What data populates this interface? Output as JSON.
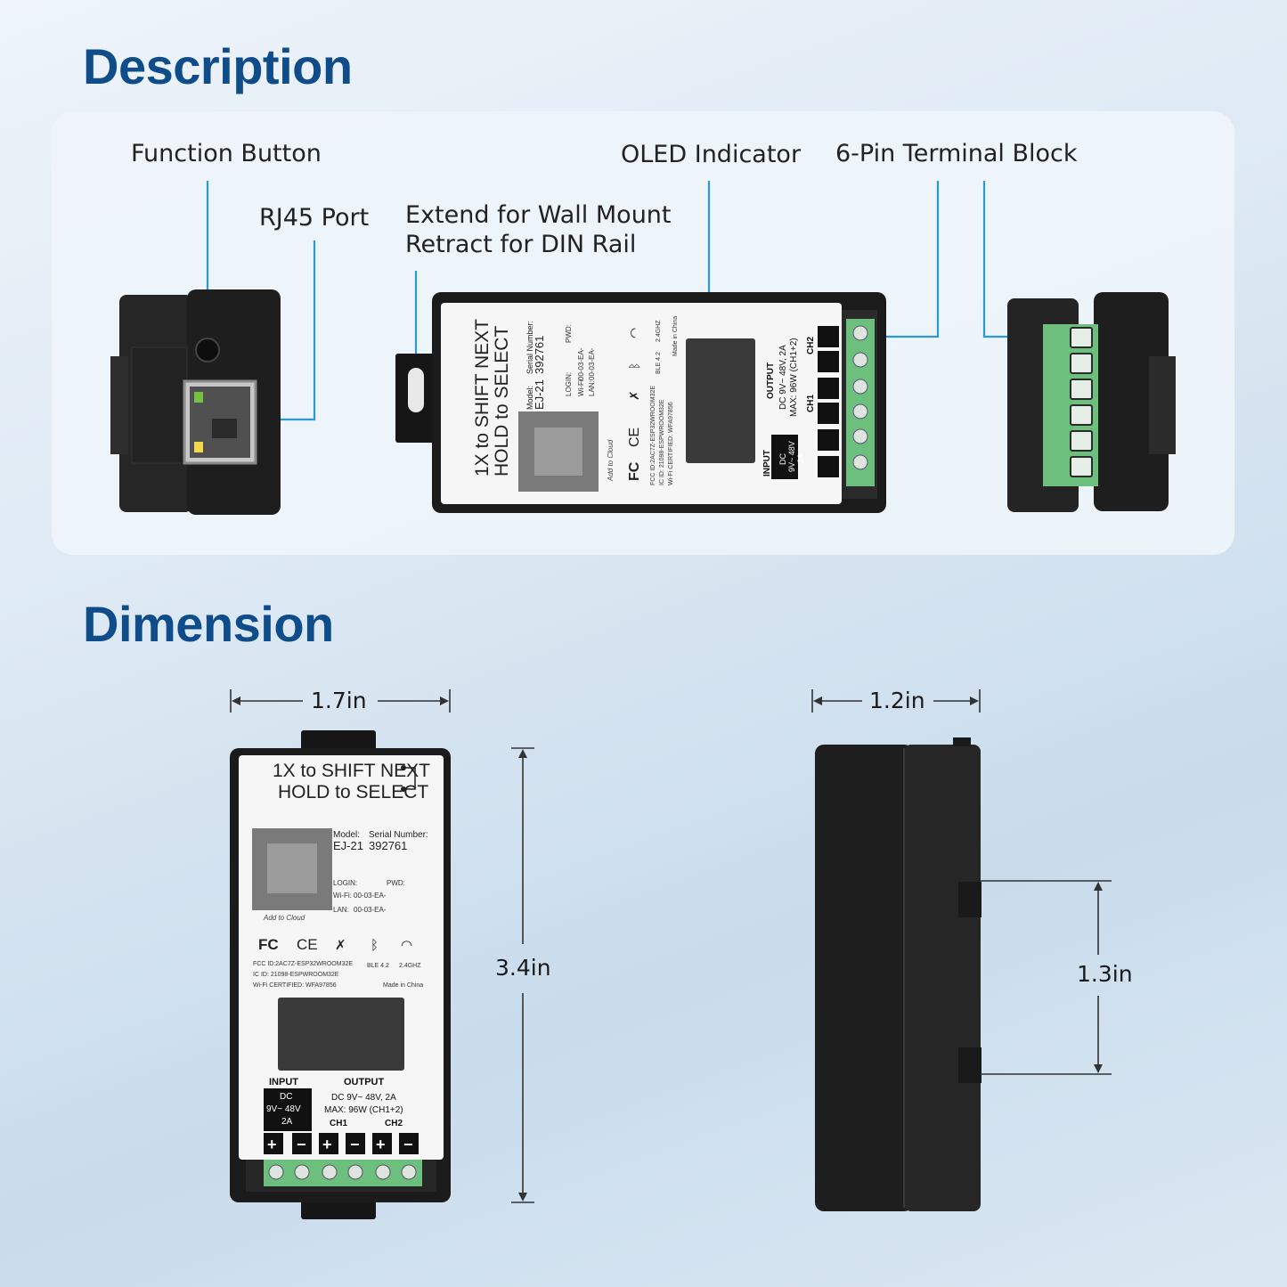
{
  "description": {
    "title": "Description",
    "callouts": {
      "function_button": "Function Button",
      "rj45_port": "RJ45 Port",
      "wall_mount_line1": "Extend for Wall Mount",
      "wall_mount_line2": "Retract for DIN Rail",
      "oled_indicator": "OLED Indicator",
      "terminal_block": "6-Pin Terminal Block"
    }
  },
  "dimension": {
    "title": "Dimension",
    "width": "1.7in",
    "height": "3.4in",
    "depth": "1.2in",
    "rail_gap": "1.3in"
  },
  "device_label": {
    "shift_line": "1X to SHIFT NEXT",
    "hold_line": "HOLD to SELECT",
    "model_label": "Model:",
    "model_value": "EJ-21",
    "serial_label": "Serial Number:",
    "serial_value": "392761",
    "login_label": "LOGIN:",
    "pwd_label": "PWD:",
    "wifi_label": "Wi-Fi:",
    "wifi_value": "00-03-EA-",
    "lan_label": "LAN:",
    "lan_value": "00-03-EA-",
    "add_to_cloud": "Add to Cloud",
    "fcc_mark": "FC",
    "ce_mark": "CE",
    "ble": "BLE 4.2",
    "ghz": "2.4GHZ",
    "fcc_id": "FCC ID:2AC7Z-ESP32WROOM32E",
    "ic_id": "IC ID: 21098-ESPWROOM32E",
    "wifi_cert": "Wi-Fi CERTIFIED: WFA97856",
    "made_in": "Made in China",
    "input_title": "INPUT",
    "input_dc": "DC",
    "input_range": "9V~ 48V",
    "input_amp": "2A",
    "output_title": "OUTPUT",
    "output_line1": "DC 9V~ 48V, 2A",
    "output_line2": "MAX: 96W (CH1+2)",
    "ch1": "CH1",
    "ch2": "CH2",
    "plus": "+",
    "minus": "−"
  },
  "colors": {
    "title_blue": "#0f4c8a",
    "callout_line": "#2b9ad8",
    "device_body": "#1c1c1c",
    "terminal_green": "#6cbf7c"
  }
}
